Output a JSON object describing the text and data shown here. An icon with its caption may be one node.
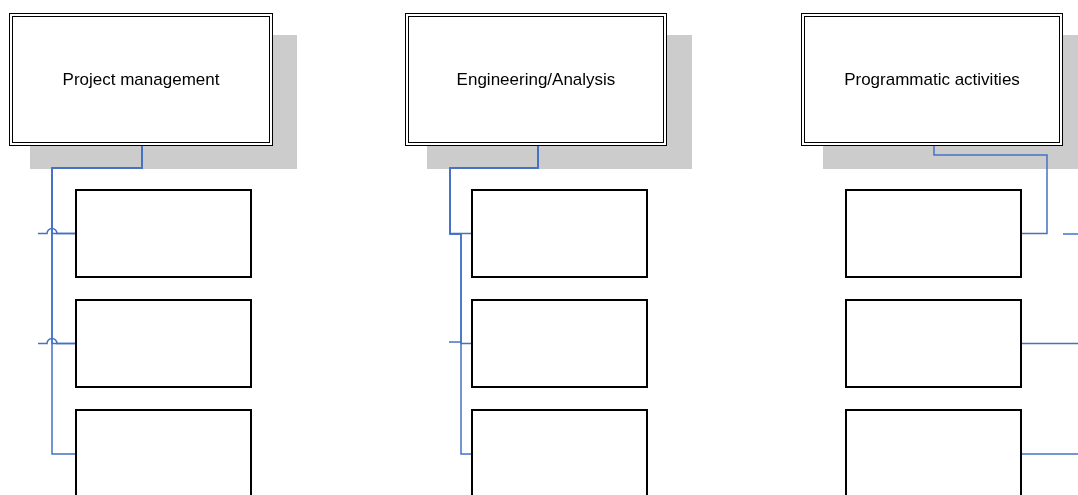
{
  "diagram": {
    "nodes": [
      {
        "text": [
          "Project management"
        ]
      },
      {
        "text": [
          "Engineering/Analysis"
        ]
      },
      {
        "text": [
          "Programmatic activities"
        ]
      },
      {
        "text": [],
        "shape": "box"
      },
      {
        "text": [],
        "shape": "box"
      },
      {
        "text": [],
        "shape": "box"
      },
      {
        "text": [],
        "shape": "box"
      },
      {
        "text": [],
        "shape": "box"
      },
      {
        "text": [],
        "shape": "box"
      },
      {
        "text": [],
        "shape": "box"
      },
      {
        "text": [],
        "shape": "box"
      },
      {
        "text": [],
        "shape": "box"
      }
    ],
    "edges": [
      {
        "from": 0,
        "to": 3,
        "arrow": "none"
      },
      {
        "from": 0,
        "to": 4,
        "arrow": "none"
      },
      {
        "from": 0,
        "to": 5,
        "arrow": "none"
      },
      {
        "from": null,
        "to": 3,
        "arrow": "none"
      },
      {
        "from": null,
        "to": 4,
        "arrow": "none"
      },
      {
        "from": 1,
        "to": 6,
        "arrow": "none"
      },
      {
        "from": 1,
        "to": 7,
        "arrow": "none"
      },
      {
        "from": 1,
        "to": 8,
        "arrow": "none"
      },
      {
        "from": 2,
        "to": 9,
        "arrow": "none"
      },
      {
        "from": 10,
        "to": null,
        "arrow": "none"
      },
      {
        "from": 11,
        "to": null,
        "arrow": "none"
      }
    ]
  }
}
